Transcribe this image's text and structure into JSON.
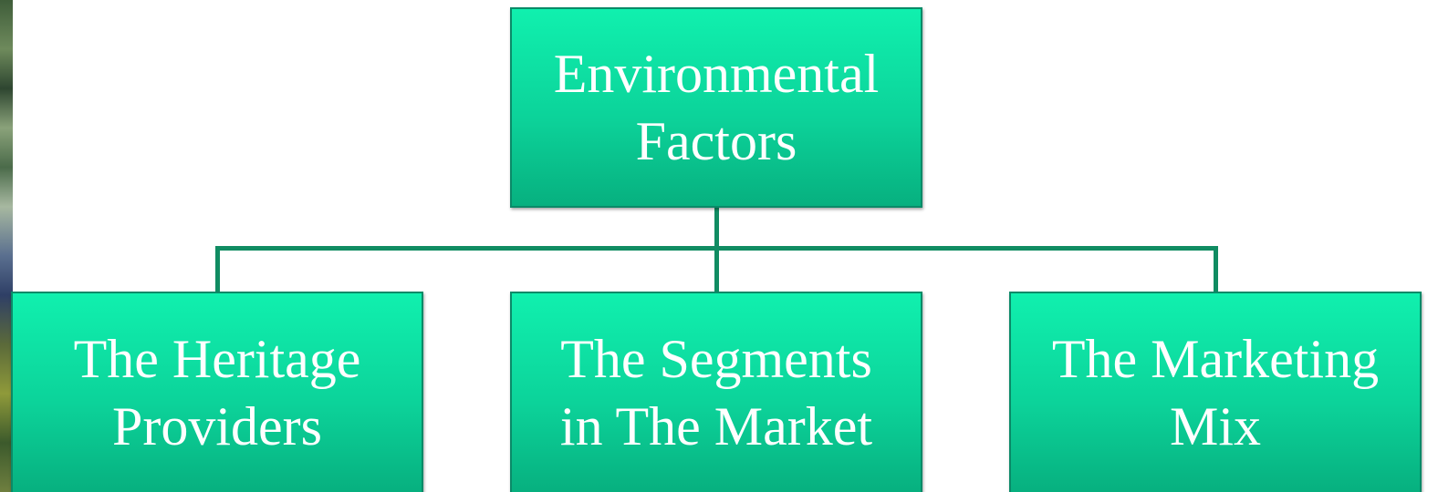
{
  "diagram": {
    "root": {
      "line1": "Environmental",
      "line2": "Factors"
    },
    "children": [
      {
        "line1": "The Heritage",
        "line2": "Providers"
      },
      {
        "line1": "The Segments",
        "line2": "in The Market"
      },
      {
        "line1": "The Marketing",
        "line2": "Mix"
      }
    ]
  },
  "colors": {
    "node_fill": "#0cd39a",
    "node_border": "#0a8a68",
    "connector": "#108c62",
    "text": "#ffffff"
  }
}
